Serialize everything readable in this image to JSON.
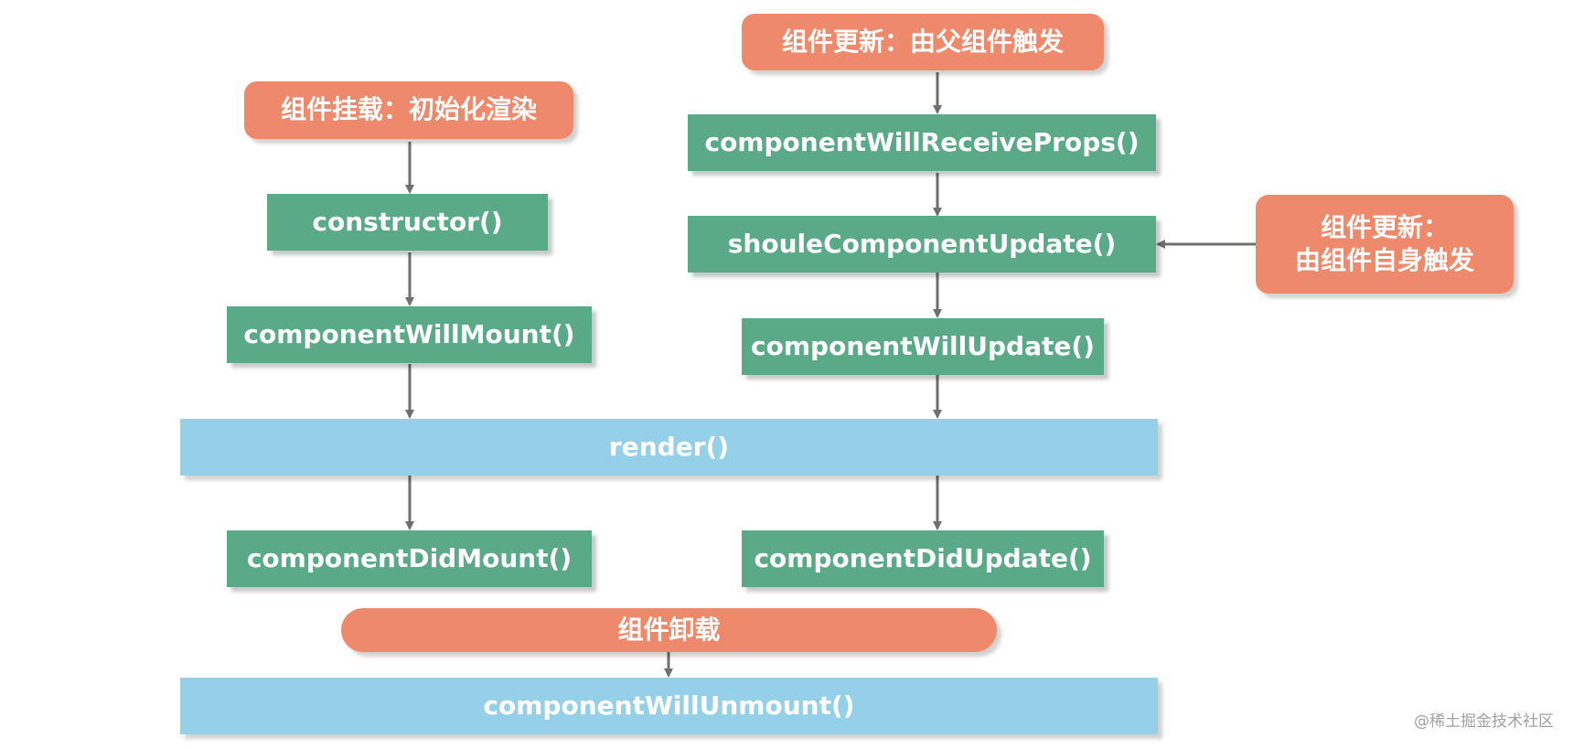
{
  "mount": {
    "title": "组件挂载：初始化渲染",
    "constructor": "constructor()",
    "will_mount": "componentWillMount()",
    "did_mount": "componentDidMount()"
  },
  "update_parent": {
    "title": "组件更新：由父组件触发",
    "will_receive_props": "componentWillReceiveProps()",
    "should_update": "shouleComponentUpdate()",
    "will_update": "componentWillUpdate()",
    "did_update": "componentDidUpdate()"
  },
  "update_self": {
    "title_line1": "组件更新：",
    "title_line2": "由组件自身触发"
  },
  "render": "render()",
  "unmount": {
    "title": "组件卸载",
    "will_unmount": "componentWillUnmount()"
  },
  "watermark": "@稀土掘金技术社区",
  "colors": {
    "trigger": "#ee8a6b",
    "lifecycle": "#5aa987",
    "render": "#95d0e9",
    "arrow": "#6f6f6f",
    "text": "#ffffff"
  }
}
